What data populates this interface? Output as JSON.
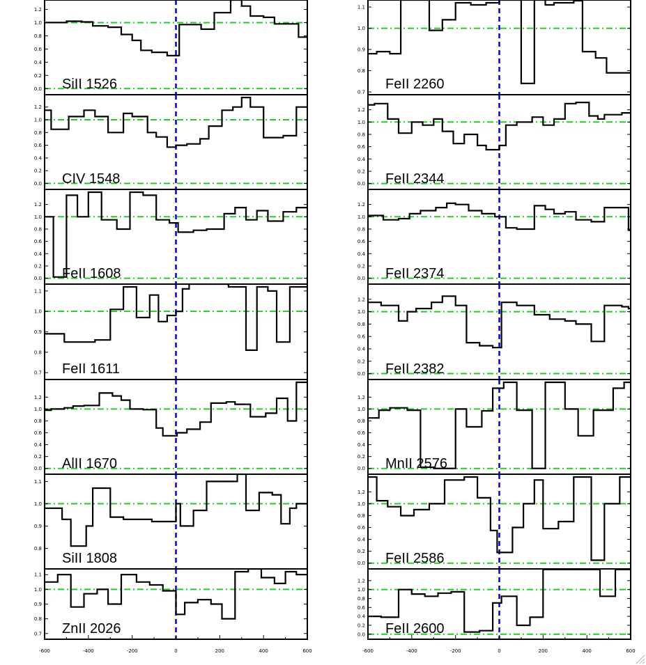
{
  "chart_data": {
    "type": "line",
    "step": true,
    "xlim": [
      -600,
      600
    ],
    "x_ticks": [
      -600,
      -400,
      -200,
      0,
      200,
      400,
      600
    ],
    "x_tick_labels": [
      "-600",
      "-400",
      "-200",
      "0",
      "200",
      "400",
      "600"
    ],
    "continuum_level": 1.0,
    "zero_level": 0.0,
    "colors": {
      "spectrum": "#000000",
      "continuum": "#22cc22",
      "velocity_zero": "#0000dd",
      "frame": "#000000"
    },
    "panels": [
      {
        "label": "SiII 1526",
        "column": 0,
        "row": 0,
        "ylim": [
          -0.05,
          1.3
        ],
        "y_ticks": [
          0.0,
          0.2,
          0.4,
          0.6,
          0.8,
          1.0,
          1.2
        ],
        "y_tick_labels": [
          "0.0",
          "0.2",
          "0.4",
          "0.6",
          "0.8",
          "1.0",
          "1.2"
        ],
        "x": [
          -600,
          -500,
          -430,
          -380,
          -310,
          -250,
          -200,
          -160,
          -110,
          -40,
          15,
          115,
          175,
          250,
          300,
          340,
          400,
          450,
          490,
          560
        ],
        "y": [
          1.0,
          1.02,
          1.01,
          0.95,
          0.93,
          0.82,
          0.73,
          0.58,
          0.55,
          0.5,
          0.97,
          0.9,
          1.15,
          1.4,
          1.25,
          1.1,
          1.08,
          0.98,
          0.98,
          0.78
        ]
      },
      {
        "label": "CIV 1548",
        "column": 0,
        "row": 1,
        "ylim": [
          -0.05,
          1.35
        ],
        "y_ticks": [
          0.0,
          0.2,
          0.4,
          0.6,
          0.8,
          1.0,
          1.2
        ],
        "y_tick_labels": [
          "0.0",
          "0.2",
          "0.4",
          "0.6",
          "0.8",
          "1.0",
          "1.2"
        ],
        "x": [
          -600,
          -570,
          -490,
          -420,
          -370,
          -310,
          -240,
          -200,
          -130,
          -90,
          -40,
          0,
          50,
          110,
          150,
          210,
          260,
          300,
          340,
          400,
          450,
          490,
          550
        ],
        "y": [
          1.15,
          0.85,
          1.05,
          1.15,
          1.05,
          0.8,
          1.1,
          1.05,
          0.8,
          0.73,
          0.57,
          0.6,
          0.62,
          0.7,
          0.9,
          1.15,
          1.2,
          1.35,
          1.2,
          0.72,
          0.72,
          0.75,
          1.2
        ]
      },
      {
        "label": "FeII 1608",
        "column": 0,
        "row": 2,
        "ylim": [
          -0.05,
          1.4
        ],
        "y_ticks": [
          0.0,
          0.2,
          0.4,
          0.6,
          0.8,
          1.0,
          1.2
        ],
        "y_tick_labels": [
          "0.0",
          "0.2",
          "0.4",
          "0.6",
          "0.8",
          "1.0",
          "1.2"
        ],
        "x": [
          -600,
          -560,
          -500,
          -450,
          -400,
          -340,
          -270,
          -210,
          -150,
          -90,
          -30,
          10,
          80,
          140,
          220,
          270,
          320,
          370,
          420,
          490,
          550
        ],
        "y": [
          1.0,
          0.02,
          1.35,
          1.0,
          1.4,
          0.95,
          0.8,
          1.4,
          1.35,
          0.95,
          0.9,
          0.75,
          0.78,
          0.8,
          1.05,
          1.15,
          0.95,
          1.1,
          0.93,
          1.08,
          1.15
        ]
      },
      {
        "label": "FeII 1611",
        "column": 0,
        "row": 3,
        "ylim": [
          0.68,
          1.12
        ],
        "y_ticks": [
          0.7,
          0.8,
          0.9,
          1.0,
          1.1
        ],
        "y_tick_labels": [
          "0.7",
          "0.8",
          "0.9",
          "1.0",
          "1.1"
        ],
        "x": [
          -600,
          -510,
          -370,
          -300,
          -240,
          -180,
          -120,
          -80,
          -40,
          0,
          30,
          60,
          240,
          320,
          370,
          420,
          460,
          520,
          550
        ],
        "y": [
          0.89,
          0.85,
          0.86,
          1.01,
          1.12,
          0.97,
          1.08,
          0.95,
          0.98,
          1.0,
          1.11,
          1.18,
          1.12,
          0.81,
          1.12,
          1.1,
          0.85,
          1.12,
          1.12
        ]
      },
      {
        "label": "AlII 1670",
        "column": 0,
        "row": 4,
        "ylim": [
          -0.05,
          1.45
        ],
        "y_ticks": [
          0.0,
          0.2,
          0.4,
          0.6,
          0.8,
          1.0,
          1.2
        ],
        "y_tick_labels": [
          "0.0",
          "0.2",
          "0.4",
          "0.6",
          "0.8",
          "1.0",
          "1.2"
        ],
        "x": [
          -600,
          -570,
          -510,
          -470,
          -420,
          -350,
          -290,
          -250,
          -210,
          -150,
          -90,
          -60,
          5,
          50,
          110,
          160,
          230,
          270,
          340,
          410,
          460,
          510,
          550
        ],
        "y": [
          0.98,
          1.0,
          1.02,
          1.05,
          1.06,
          1.27,
          1.22,
          1.15,
          1.0,
          0.99,
          0.68,
          0.55,
          0.6,
          0.66,
          0.78,
          1.1,
          1.12,
          1.08,
          0.87,
          0.93,
          1.18,
          0.8,
          1.45
        ]
      },
      {
        "label": "SiII 1808",
        "column": 0,
        "row": 5,
        "ylim": [
          0.72,
          1.12
        ],
        "y_ticks": [
          0.8,
          0.9,
          1.0,
          1.1
        ],
        "y_tick_labels": [
          "0.8",
          "0.9",
          "1.0",
          "1.1"
        ],
        "x": [
          -600,
          -520,
          -480,
          -410,
          -380,
          -300,
          -240,
          -180,
          -110,
          -60,
          0,
          20,
          80,
          140,
          280,
          320,
          380,
          440,
          480,
          520,
          550
        ],
        "y": [
          0.98,
          0.93,
          0.81,
          0.9,
          1.07,
          0.94,
          0.93,
          0.93,
          0.92,
          0.92,
          1.0,
          0.9,
          0.97,
          1.1,
          1.18,
          0.97,
          1.05,
          1.04,
          0.91,
          0.98,
          1.0
        ]
      },
      {
        "label": "ZnII 2026",
        "column": 0,
        "row": 6,
        "ylim": [
          0.68,
          1.12
        ],
        "y_ticks": [
          0.7,
          0.8,
          0.9,
          1.0,
          1.1
        ],
        "y_tick_labels": [
          "0.7",
          "0.8",
          "0.9",
          "1.0",
          "1.1"
        ],
        "x": [
          -600,
          -540,
          -480,
          -420,
          -360,
          -310,
          -250,
          -180,
          -120,
          -60,
          0,
          40,
          100,
          160,
          210,
          270,
          330,
          390,
          450,
          500,
          550
        ],
        "y": [
          1.05,
          1.1,
          0.88,
          0.97,
          1.0,
          0.9,
          1.1,
          1.05,
          1.03,
          0.99,
          0.83,
          0.91,
          0.93,
          0.9,
          0.8,
          1.12,
          1.15,
          1.08,
          1.04,
          1.12,
          1.1
        ]
      },
      {
        "label": "FeII 2260",
        "column": 1,
        "row": 0,
        "ylim": [
          0.7,
          1.12
        ],
        "y_ticks": [
          0.7,
          0.8,
          0.9,
          1.0,
          1.1
        ],
        "y_tick_labels": [
          "0.7",
          "0.8",
          "0.9",
          "1.0",
          "1.1"
        ],
        "x": [
          -600,
          -560,
          -500,
          -450,
          -390,
          -320,
          -260,
          -200,
          -130,
          -60,
          0,
          40,
          100,
          160,
          210,
          250,
          340,
          380,
          440,
          490,
          560
        ],
        "y": [
          0.88,
          0.89,
          0.88,
          1.15,
          1.16,
          0.99,
          1.04,
          1.12,
          1.11,
          1.12,
          1.14,
          1.16,
          0.74,
          1.16,
          1.11,
          1.12,
          1.13,
          0.89,
          0.86,
          0.79,
          0.79
        ]
      },
      {
        "label": "FeII 2344",
        "column": 1,
        "row": 1,
        "ylim": [
          -0.05,
          1.4
        ],
        "y_ticks": [
          0.0,
          0.2,
          0.4,
          0.6,
          0.8,
          1.0,
          1.2
        ],
        "y_tick_labels": [
          "0.0",
          "0.2",
          "0.4",
          "0.6",
          "0.8",
          "1.0",
          "1.2"
        ],
        "x": [
          -600,
          -570,
          -510,
          -460,
          -400,
          -350,
          -300,
          -260,
          -210,
          -160,
          -100,
          -60,
          0,
          30,
          80,
          150,
          200,
          250,
          300,
          350,
          410,
          450,
          480,
          560
        ],
        "y": [
          1.28,
          1.3,
          1.05,
          0.82,
          1.0,
          0.95,
          1.05,
          0.85,
          0.65,
          0.8,
          0.62,
          0.55,
          0.62,
          0.95,
          1.0,
          1.08,
          0.95,
          1.05,
          1.3,
          1.32,
          1.1,
          1.05,
          1.12,
          1.15
        ]
      },
      {
        "label": "FeII 2374",
        "column": 1,
        "row": 2,
        "ylim": [
          -0.05,
          1.4
        ],
        "y_ticks": [
          0.0,
          0.2,
          0.4,
          0.6,
          0.8,
          1.0,
          1.2
        ],
        "y_tick_labels": [
          "0.0",
          "0.2",
          "0.4",
          "0.6",
          "0.8",
          "1.0",
          "1.2"
        ],
        "x": [
          -600,
          -530,
          -460,
          -410,
          -360,
          -290,
          -240,
          -200,
          -140,
          -80,
          -20,
          30,
          80,
          160,
          210,
          250,
          300,
          350,
          420,
          480,
          540,
          590
        ],
        "y": [
          1.02,
          0.95,
          0.97,
          1.05,
          1.1,
          1.15,
          1.22,
          1.2,
          1.1,
          1.05,
          1.0,
          0.82,
          0.8,
          1.18,
          1.12,
          1.05,
          1.08,
          0.95,
          0.92,
          1.15,
          1.15,
          0.78
        ]
      },
      {
        "label": "FeII 2382",
        "column": 1,
        "row": 3,
        "ylim": [
          -0.05,
          1.4
        ],
        "y_ticks": [
          0.0,
          0.2,
          0.4,
          0.6,
          0.8,
          1.0,
          1.2
        ],
        "y_tick_labels": [
          "0.0",
          "0.2",
          "0.4",
          "0.6",
          "0.8",
          "1.0",
          "1.2"
        ],
        "x": [
          -600,
          -540,
          -460,
          -420,
          -380,
          -310,
          -260,
          -200,
          -150,
          -90,
          -30,
          10,
          80,
          160,
          230,
          300,
          350,
          420,
          480,
          560,
          590
        ],
        "y": [
          1.15,
          1.1,
          0.85,
          1.0,
          1.05,
          1.15,
          1.25,
          1.1,
          0.5,
          0.45,
          0.42,
          1.15,
          1.1,
          0.95,
          0.88,
          0.85,
          0.8,
          0.52,
          1.1,
          1.08,
          1.05
        ]
      },
      {
        "label": "MnII 2576",
        "column": 1,
        "row": 4,
        "ylim": [
          -0.05,
          1.45
        ],
        "y_ticks": [
          0.0,
          0.2,
          0.4,
          0.6,
          0.8,
          1.0,
          1.2
        ],
        "y_tick_labels": [
          "0.0",
          "0.2",
          "0.4",
          "0.6",
          "0.8",
          "1.0",
          "1.2"
        ],
        "x": [
          -600,
          -550,
          -500,
          -420,
          -360,
          -300,
          -200,
          -150,
          -80,
          -30,
          20,
          80,
          150,
          210,
          300,
          360,
          430,
          520,
          570
        ],
        "y": [
          0.85,
          0.98,
          1.02,
          0.98,
          0.02,
          0.0,
          1.0,
          0.7,
          0.97,
          1.35,
          1.45,
          0.98,
          0.0,
          1.45,
          1.0,
          0.55,
          0.98,
          1.35,
          1.45
        ]
      },
      {
        "label": "FeII 2586",
        "column": 1,
        "row": 5,
        "ylim": [
          -0.05,
          1.45
        ],
        "y_ticks": [
          0.0,
          0.2,
          0.4,
          0.6,
          0.8,
          1.0,
          1.2
        ],
        "y_tick_labels": [
          "0.0",
          "0.2",
          "0.4",
          "0.6",
          "0.8",
          "1.0",
          "1.2"
        ],
        "x": [
          -600,
          -560,
          -510,
          -450,
          -390,
          -320,
          -250,
          -160,
          -100,
          -40,
          -10,
          60,
          110,
          160,
          200,
          270,
          340,
          420,
          480,
          550
        ],
        "y": [
          1.45,
          1.05,
          0.95,
          0.8,
          0.9,
          1.0,
          1.4,
          1.45,
          1.1,
          0.55,
          0.18,
          0.6,
          1.0,
          1.4,
          0.58,
          0.7,
          1.45,
          0.05,
          1.0,
          1.45
        ]
      },
      {
        "label": "FeII 2600",
        "column": 1,
        "row": 6,
        "ylim": [
          -0.05,
          1.4
        ],
        "y_ticks": [
          0.0,
          0.2,
          0.4,
          0.6,
          0.8,
          1.0,
          1.2
        ],
        "y_tick_labels": [
          "0.0",
          "0.2",
          "0.4",
          "0.6",
          "0.8",
          "1.0",
          "1.2"
        ],
        "x": [
          -600,
          -540,
          -460,
          -400,
          -340,
          -280,
          -220,
          -160,
          -90,
          -30,
          10,
          80,
          140,
          200,
          240,
          360,
          460,
          530,
          590
        ],
        "y": [
          0.4,
          0.38,
          1.0,
          0.9,
          0.85,
          0.92,
          0.95,
          0.05,
          0.08,
          0.7,
          0.85,
          0.2,
          0.38,
          1.45,
          1.45,
          1.45,
          0.85,
          1.45,
          1.45
        ]
      }
    ]
  }
}
